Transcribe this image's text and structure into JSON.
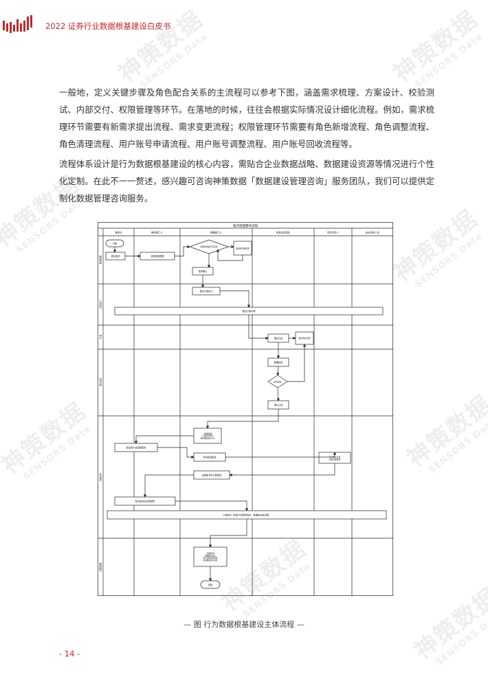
{
  "header": {
    "title": "2022 证券行业数据根基建设白皮书",
    "brand_color": "#c0282c"
  },
  "watermark": {
    "cn": "神策数据",
    "en": "SENSORS Data"
  },
  "paragraphs": [
    "一般地，定义关键步骤及角色配合关系的主流程可以参考下图，涵盖需求梳理、方案设计、校验测试、内部交付、权限管理等环节。在落地的时候，往往会根据实际情况设计细化流程。例如，需求梳理环节需要有新需求提出流程、需求变更流程；权限管理环节需要有角色新增流程、角色调整流程、角色清理流程、用户账号申请流程、用户账号调整流程、用户账号回收流程等。",
    "流程体系设计是行为数据根基建设的核心内容，需贴合企业数据战略、数据建设资源等情况进行个性化定制。在此不一一赘述，感兴趣可咨询神策数据「数据建设管理咨询」服务团队，我们可以提供定制化数据管理咨询服务。"
  ],
  "flowchart": {
    "title": "埋点管理整体流程",
    "lanes": [
      "需求方",
      "需求接口人",
      "数据接口人",
      "研发测试团队",
      "项目负责人",
      "安全合规人员"
    ],
    "phases": [
      "需求梳理",
      "方案设计",
      "开发",
      "测试验证",
      "内部交付",
      "权限管理"
    ],
    "nodes": {
      "start": "开始",
      "raise": "提出需求",
      "collect": "需求收集整理",
      "eval": "判断需求是否可实现",
      "comm": "跟进并沟通需求",
      "confirm": "需求确认",
      "design": "埋点方案设计",
      "review": "埋点方案评审",
      "dev": "埋点开发",
      "fix": "确认修复问题",
      "verify": "数据校验",
      "pass": "是否通过",
      "launch": "埋点上线",
      "deliver": "元数据配置\n分析模型配置\n概览数据展示分享",
      "apply": "提出用户及权限需求",
      "role": "申请新增角色",
      "approve": "平台安全设置\n创建必要角色",
      "account": "创建账号并分配角色",
      "notify": "账号查收及系统使用",
      "train": "上线培训（包括产品使用培训、数据安全培训等）",
      "ops": "元数据维护\n数据概览迭代\n账号使用情况巡检\n基础数据情况巡检",
      "end": "结束"
    }
  },
  "caption": "— 图  行为数据根基建设主体流程 —",
  "page_number": "- 14 -"
}
